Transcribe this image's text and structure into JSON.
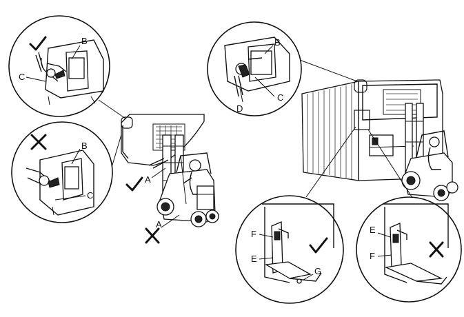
{
  "callouts": {
    "tl_b": "B",
    "tl_c": "C",
    "bl_b": "B",
    "bl_c": "C",
    "fork_a_ok": "A",
    "fork_a_bad": "A",
    "tc_b": "B",
    "tc_c": "C",
    "tc_d": "D",
    "br1_f": "F",
    "br1_e": "E",
    "br1_g": "G",
    "br2_e": "E",
    "br2_f": "F"
  },
  "icons": {
    "correct": "check-mark-icon",
    "incorrect": "cross-mark-icon"
  }
}
